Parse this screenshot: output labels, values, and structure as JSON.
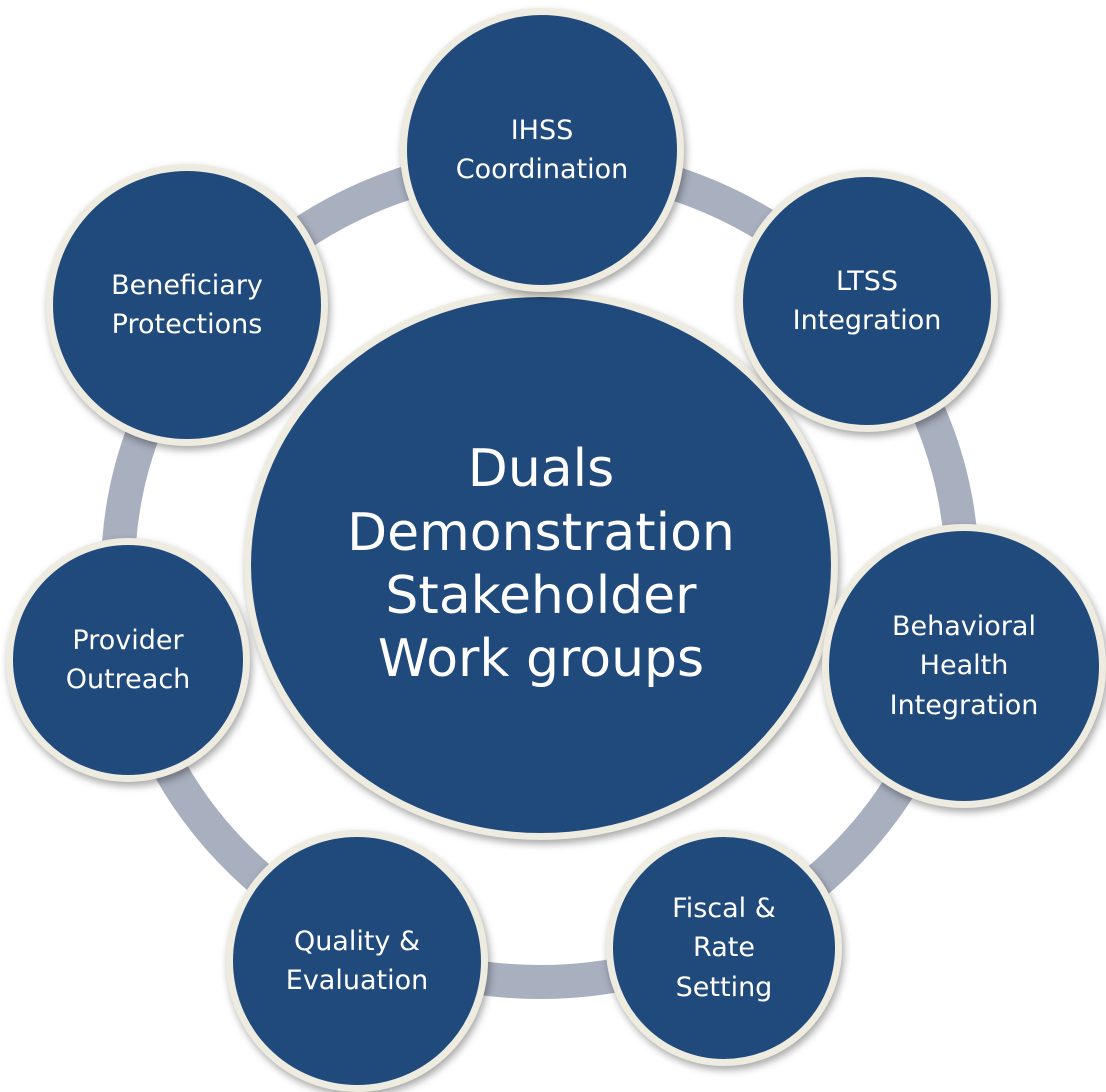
{
  "colors": {
    "circle_fill": "#214A7C",
    "circle_border": "#EEEBE0",
    "ring": "#A8AFBF",
    "text": "#FFFFFF"
  },
  "hub": {
    "label": "Duals\nDemonstration\nStakeholder\nWork groups"
  },
  "workgroups": [
    {
      "label": "IHSS\nCoordination"
    },
    {
      "label": "LTSS\nIntegration"
    },
    {
      "label": "Behavioral\nHealth\nIntegration"
    },
    {
      "label": "Fiscal &\nRate\nSetting"
    },
    {
      "label": "Quality &\nEvaluation"
    },
    {
      "label": "Provider\nOutreach"
    },
    {
      "label": "Beneficiary\nProtections"
    }
  ]
}
